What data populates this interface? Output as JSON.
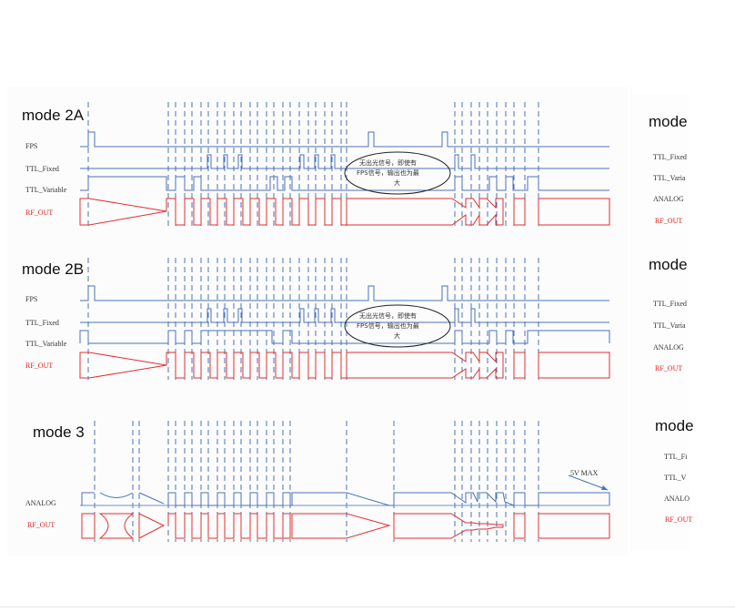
{
  "modes": [
    {
      "title": "mode 2A",
      "labels": {
        "fps": "FPS",
        "ttl_fixed": "TTL_Fixed",
        "ttl_variable": "TTL_Variable",
        "rf_out": "RF_OUT"
      },
      "note": [
        "无出光信号，即使有",
        "FPS信号，输出也为最",
        "大"
      ]
    },
    {
      "title": "mode 2B",
      "labels": {
        "fps": "FPS",
        "ttl_fixed": "TTL_Fixed",
        "ttl_variable": "TTL_Variable",
        "rf_out": "RF_OUT"
      },
      "note": [
        "无出光信号，即使有",
        "FPS信号，输出也为最",
        "大"
      ]
    },
    {
      "title": "mode 3",
      "labels": {
        "analog": "ANALOG",
        "rf_out": "RF_OUT"
      },
      "annotation": "5V MAX"
    }
  ],
  "right_panel": {
    "sections": [
      {
        "title": "mode",
        "labels": [
          "TTL_Fixed",
          "TTL_Varia",
          "ANALOG",
          "RF_OUT"
        ]
      },
      {
        "title": "mode",
        "labels": [
          "TTL_Fixed",
          "TTL_Varia",
          "ANALOG",
          "RF_OUT"
        ]
      },
      {
        "title": "mode",
        "labels": [
          "TTL_Fi",
          "TTL_V",
          "ANALO",
          "RF_OUT"
        ]
      }
    ]
  },
  "colors": {
    "signal_blue": "#4a72b8",
    "rf_red": "#e03030",
    "label_red": "#e02020"
  }
}
